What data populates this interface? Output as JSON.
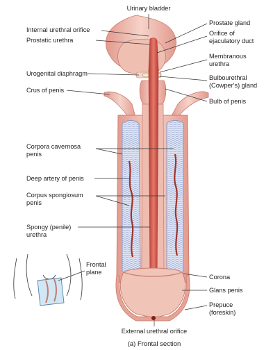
{
  "figure": {
    "caption": "(a) Frontal section",
    "labels": {
      "urinary_bladder": "Urinary bladder",
      "internal_urethral_orifice": "Internal urethral orifice",
      "prostatic_urethra": "Prostatic urethra",
      "prostate_gland": "Prostate gland",
      "orifice_ejaculatory_1": "Orifice of",
      "orifice_ejaculatory_2": "ejaculatory duct",
      "membranous_1": "Membranous",
      "membranous_2": "urethra",
      "urogenital_diaphragm": "Urogenital diaphragm",
      "bulbourethral_1": "Bulbourethral",
      "bulbourethral_2": "(Cowper's) gland",
      "crus_of_penis": "Crus of penis",
      "bulb_of_penis": "Bulb of penis",
      "corpora_cavernosa_1": "Corpora cavernosa",
      "corpora_cavernosa_2": "penis",
      "deep_artery": "Deep artery of penis",
      "corpus_spongiosum_1": "Corpus spongiosum",
      "corpus_spongiosum_2": "penis",
      "spongy_urethra_1": "Spongy (penile)",
      "spongy_urethra_2": "urethra",
      "frontal_plane_1": "Frontal",
      "frontal_plane_2": "plane",
      "corona": "Corona",
      "glans_penis": "Glans penis",
      "prepuce_1": "Prepuce",
      "prepuce_2": "(foreskin)",
      "external_urethral_orifice": "External urethral orifice"
    }
  },
  "colors": {
    "tissue_pink": "#e8a59a",
    "tissue_light": "#f3cdc2",
    "urethra_red": "#c4453d",
    "erectile_blue": "#a9b7dd",
    "erectile_light": "#dde3f3",
    "artery": "#a3322a"
  }
}
